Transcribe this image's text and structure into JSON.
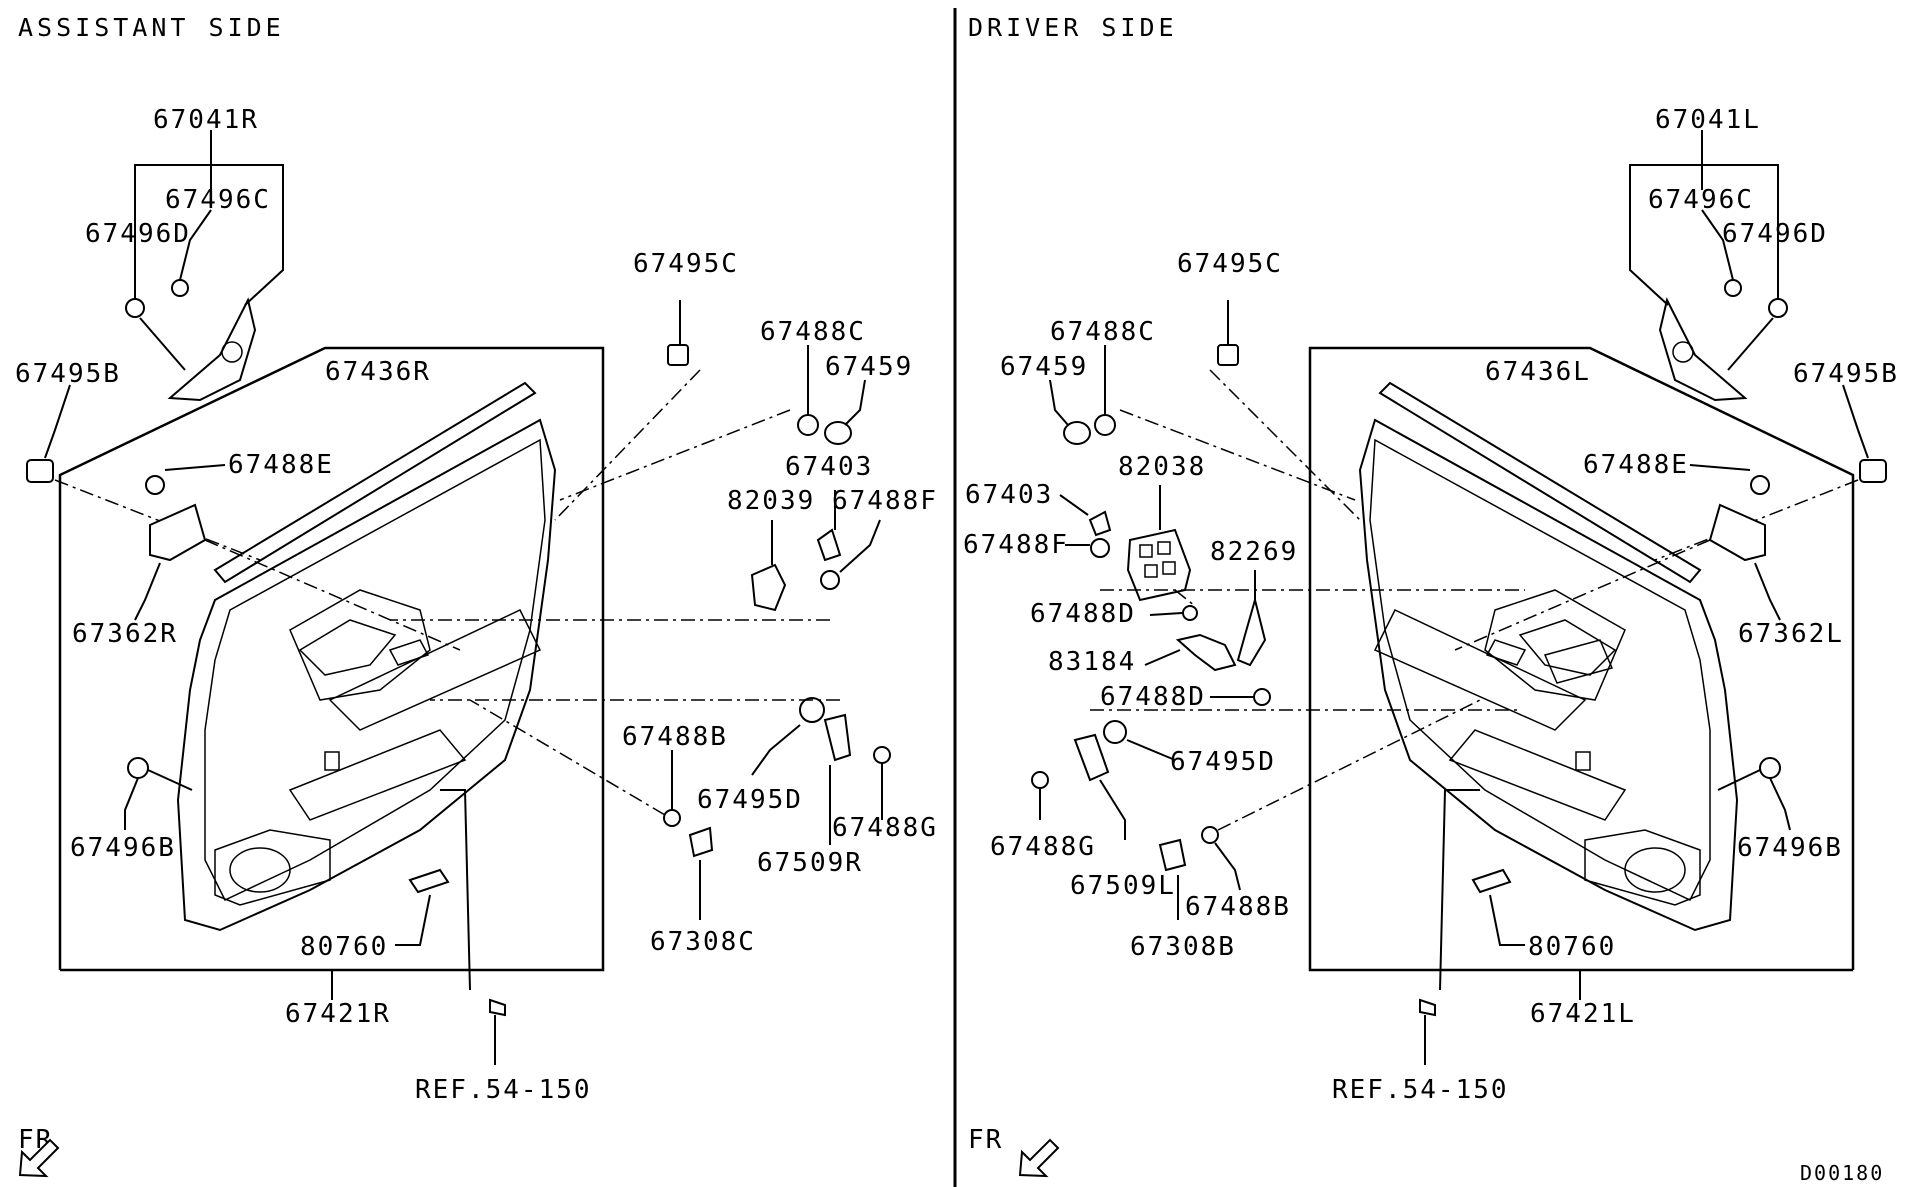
{
  "header": {
    "assistant_side": "ASSISTANT SIDE",
    "driver_side": "DRIVER SIDE"
  },
  "assistant": {
    "labels": {
      "p67041R": "67041R",
      "p67496C": "67496C",
      "p67496D": "67496D",
      "p67495C": "67495C",
      "p67488C": "67488C",
      "p67459": "67459",
      "p67495B": "67495B",
      "p67436R": "67436R",
      "p67488E": "67488E",
      "p67403": "67403",
      "p82039": "82039",
      "p67488F": "67488F",
      "p67362R": "67362R",
      "p67488B": "67488B",
      "p67495D": "67495D",
      "p67488G": "67488G",
      "p67496B": "67496B",
      "p67509R": "67509R",
      "p80760": "80760",
      "p67308C": "67308C",
      "p67421R": "67421R",
      "ref": "REF.54-150"
    }
  },
  "driver": {
    "labels": {
      "p67041L": "67041L",
      "p67496C": "67496C",
      "p67496D": "67496D",
      "p67495C": "67495C",
      "p67488C": "67488C",
      "p67459": "67459",
      "p67495B": "67495B",
      "p67436L": "67436L",
      "p82038": "82038",
      "p67403": "67403",
      "p67488E": "67488E",
      "p67488F": "67488F",
      "p82269": "82269",
      "p67362L": "67362L",
      "p67488D_a": "67488D",
      "p83184": "83184",
      "p67488D_b": "67488D",
      "p67495D": "67495D",
      "p67496B": "67496B",
      "p67488G": "67488G",
      "p67509L": "67509L",
      "p67488B": "67488B",
      "p67308B": "67308B",
      "p80760": "80760",
      "p67421L": "67421L",
      "ref": "REF.54-150"
    }
  },
  "footer": {
    "fr_left": "FR",
    "fr_right": "FR",
    "code": "D00180"
  }
}
